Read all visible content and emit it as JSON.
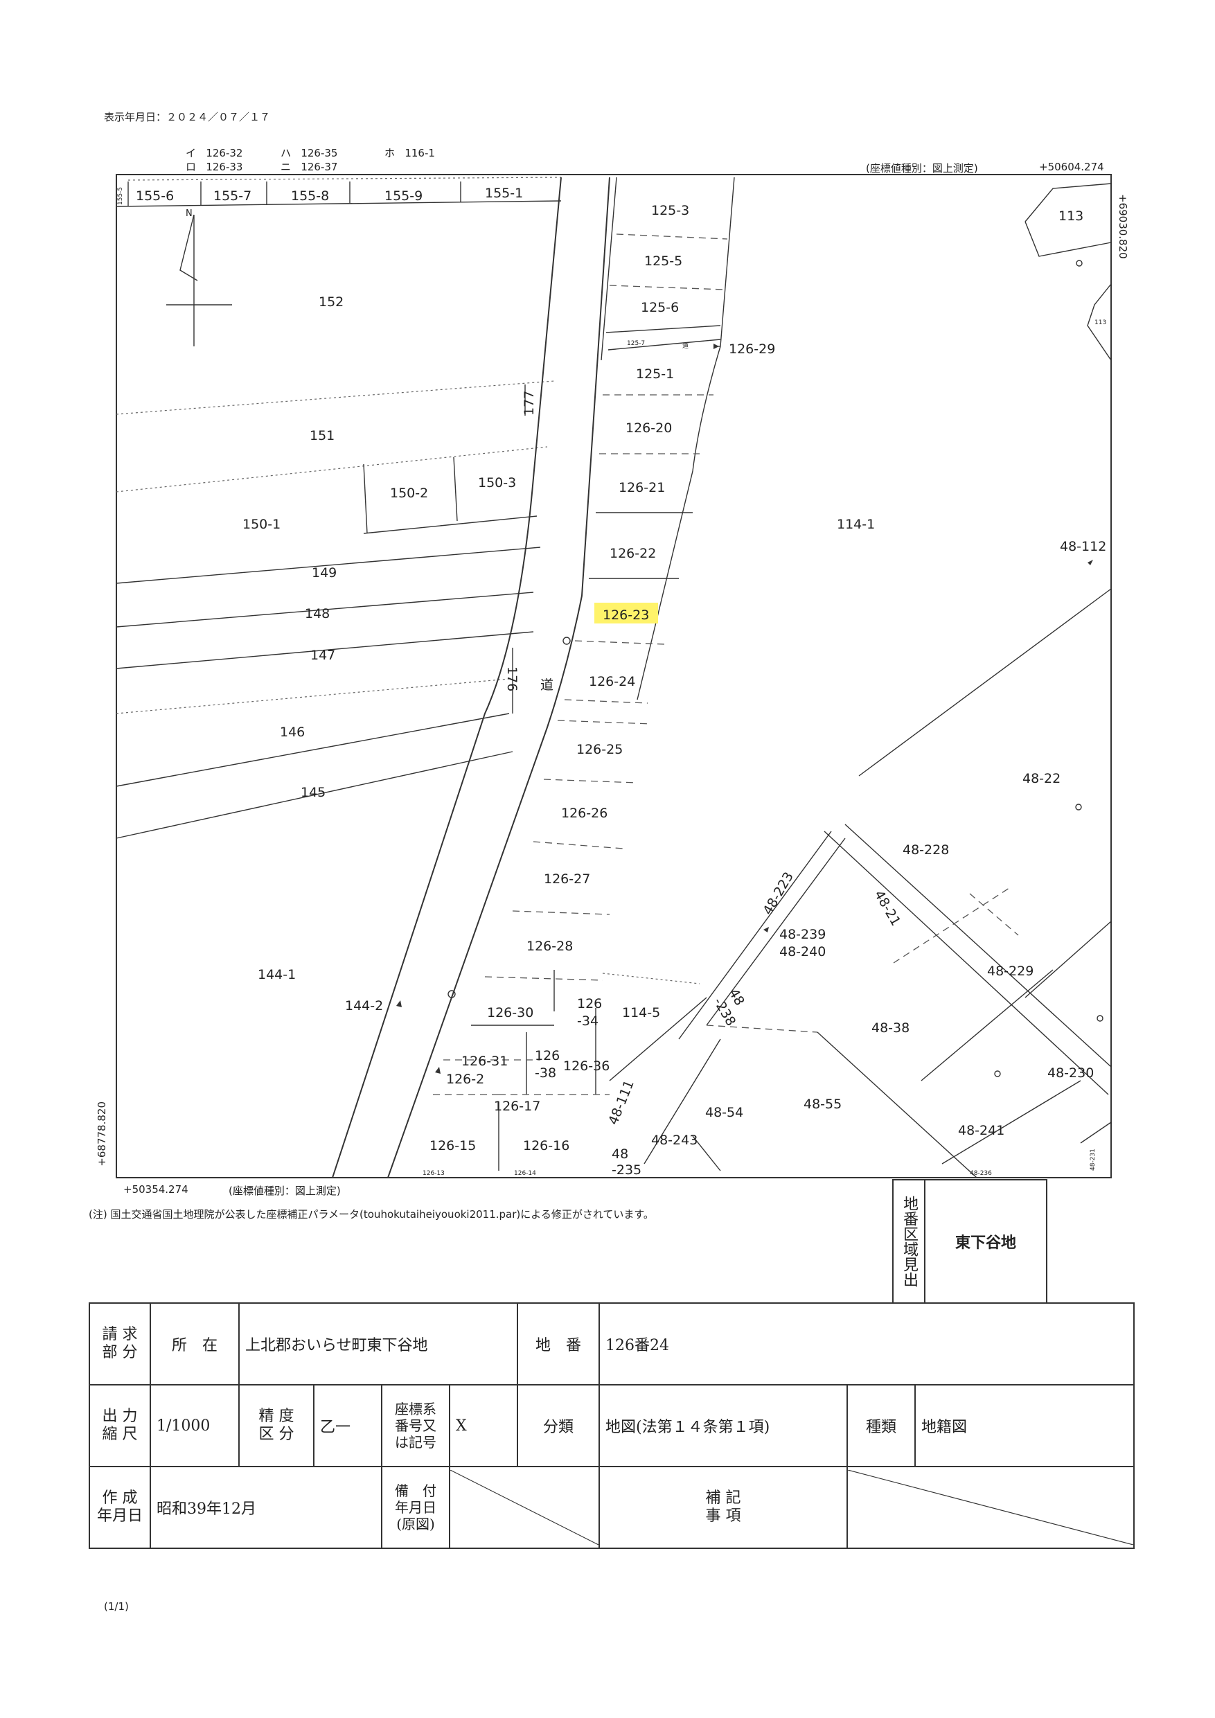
{
  "display_date": "表示年月日：２０２４／０７／１７",
  "legend_pairs": {
    "i": "イ",
    "i_val": "126-32",
    "ro": "ロ",
    "ro_val": "126-33",
    "ha": "ハ",
    "ha_val": "126-35",
    "ni": "ニ",
    "ni_val": "126-37",
    "ho": "ホ",
    "ho_val": "116-1"
  },
  "coord_top_note": "(座標値種別：図上測定)",
  "coord_top_right": "+50604.274",
  "coord_right_vertical": "+69030.820",
  "coord_left_vertical": "+68778.820",
  "coord_bottom_left": "+50354.274",
  "coord_bottom_note": "(座標値種別：図上測定)",
  "note_line": "(注) 国土交通省国土地理院が公表した座標補正パラメータ(touhokutaiheiyouoki2011.par)による修正がされています。",
  "north_label": "N",
  "road_label": "道",
  "highlighted_parcel": "126-23",
  "parcels": {
    "p155_6": "155-6",
    "p155_7": "155-7",
    "p155_8": "155-8",
    "p155_9": "155-9",
    "p155_1": "155-1",
    "p155_small": "155-5",
    "p152": "152",
    "p151": "151",
    "p150_1": "150-1",
    "p150_2": "150-2",
    "p150_3": "150-3",
    "p149": "149",
    "p148": "148",
    "p147": "147",
    "p146": "146",
    "p145": "145",
    "p144_1": "144-1",
    "p144_2": "144-2",
    "p177": "177",
    "p176": "176",
    "p125_3": "125-3",
    "p125_5": "125-5",
    "p125_6": "125-6",
    "p125_7": "125-7",
    "p125_1": "125-1",
    "p126_29": "126-29",
    "p126_20": "126-20",
    "p126_21": "126-21",
    "p126_22": "126-22",
    "p126_24": "126-24",
    "p126_25": "126-25",
    "p126_26": "126-26",
    "p126_27": "126-27",
    "p126_28": "126-28",
    "p126_30": "126-30",
    "p126_34a": "126",
    "p126_34b": "-34",
    "p126_38a": "126",
    "p126_38b": "-38",
    "p126_36": "126-36",
    "p126_31": "126-31",
    "p126_2": "126-2",
    "p126_17": "126-17",
    "p126_15": "126-15",
    "p126_16": "126-16",
    "p126_13": "126-13",
    "p126_14": "126-14",
    "p114_5": "114-5",
    "p113": "113",
    "p113_small": "113",
    "p114_1": "114-1",
    "p48_112": "48-112",
    "p48_22": "48-22",
    "p48_228": "48-228",
    "p48_223": "48-223",
    "p48_21": "48-21",
    "p48_239": "48-239",
    "p48_240": "48-240",
    "p48_238a": "48",
    "p48_238b": "-238",
    "p48_229": "48-229",
    "p48_38": "48-38",
    "p48_230": "48-230",
    "p48_111": "48-111",
    "p48_54": "48-54",
    "p48_55": "48-55",
    "p48_241": "48-241",
    "p48_243": "48-243",
    "p48_235a": "48",
    "p48_235b": "-235",
    "p48_236": "48-236",
    "p48_231": "48-231",
    "road_small": "道"
  },
  "region": {
    "label": "地番区域見出",
    "name": "東下谷地"
  },
  "info": {
    "req_label": "請 求\n部 分",
    "location_label": "所　在",
    "location_value": "上北郡おいらせ町東下谷地",
    "lot_label": "地　番",
    "lot_value": "126番24",
    "scale_label": "出 力\n縮 尺",
    "scale_value": "1/1000",
    "precision_label": "精 度\n区 分",
    "precision_value": "乙一",
    "coord_sys_label": "座標系\n番号又\nは記号",
    "coord_sys_value": "X",
    "class_label": "分類",
    "class_value": "地図(法第１４条第１項)",
    "type_label": "種類",
    "type_value": "地籍図",
    "created_label": "作 成\n年月日",
    "created_value": "昭和39年12月",
    "remarks_date_label": "備　付\n年月日\n(原図)",
    "notes_label": "補 記\n事 項"
  },
  "page_number": "(1/1)"
}
